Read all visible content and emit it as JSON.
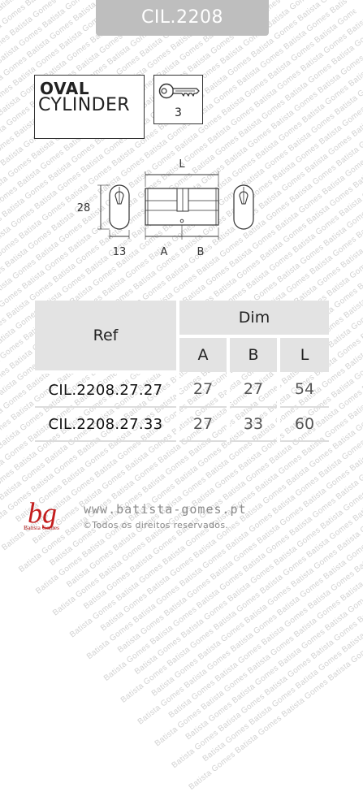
{
  "header": {
    "title": "CIL.2208"
  },
  "product_type": {
    "line1": "OVAL",
    "line2": "CYLINDER"
  },
  "keys": {
    "count": "3"
  },
  "diagram": {
    "length_label": "L",
    "height_label": "28",
    "offset_label": "13",
    "side_a_label": "A",
    "side_b_label": "B"
  },
  "table": {
    "ref_header": "Ref",
    "dim_header": "Dim",
    "sub_headers": [
      "A",
      "B",
      "L"
    ],
    "rows": [
      {
        "ref": "CIL.2208.27.27",
        "a": "27",
        "b": "27",
        "l": "54"
      },
      {
        "ref": "CIL.2208.27.33",
        "a": "27",
        "b": "33",
        "l": "60"
      }
    ]
  },
  "footer": {
    "brand_mark": "bg",
    "brand_name": "Batista Gomes",
    "website": "www.batista-gomes.pt",
    "copyright": "©Todos os direitos reservados."
  },
  "watermark_text": "Batista Gomes",
  "colors": {
    "header_bg": "#bebebe",
    "table_header_bg": "#e3e3e3",
    "brand_red": "#c41e1e"
  }
}
